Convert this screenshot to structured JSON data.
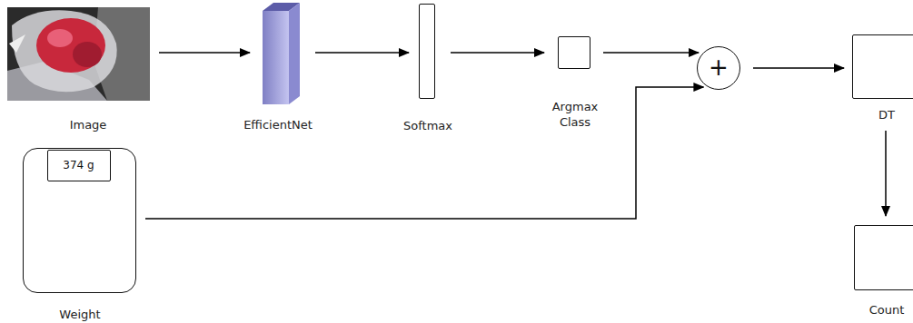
{
  "diagram": {
    "nodes": [
      {
        "text": [
          "Image"
        ]
      },
      {
        "text": [
          "EfficientNet"
        ]
      },
      {
        "text": [
          "Softmax"
        ]
      },
      {
        "text": [
          "Argmax Class"
        ]
      },
      {
        "text": [
          "+"
        ]
      },
      {
        "text": [
          "DT"
        ]
      },
      {
        "text": [
          "Weight"
        ]
      },
      {
        "text": [
          "374 g"
        ],
        "in": 6
      },
      {
        "text": [
          "Count"
        ]
      }
    ],
    "edges": [
      {
        "from": 0,
        "to": 1,
        "arrow": "to"
      },
      {
        "from": 1,
        "to": 2,
        "arrow": "to"
      },
      {
        "from": 2,
        "to": 3,
        "arrow": "to"
      },
      {
        "from": 3,
        "to": 4,
        "arrow": "to"
      },
      {
        "from": 4,
        "to": 5,
        "arrow": "to"
      },
      {
        "from": 6,
        "to": 4,
        "arrow": "to"
      },
      {
        "from": 5,
        "to": 8,
        "arrow": "to"
      }
    ]
  }
}
